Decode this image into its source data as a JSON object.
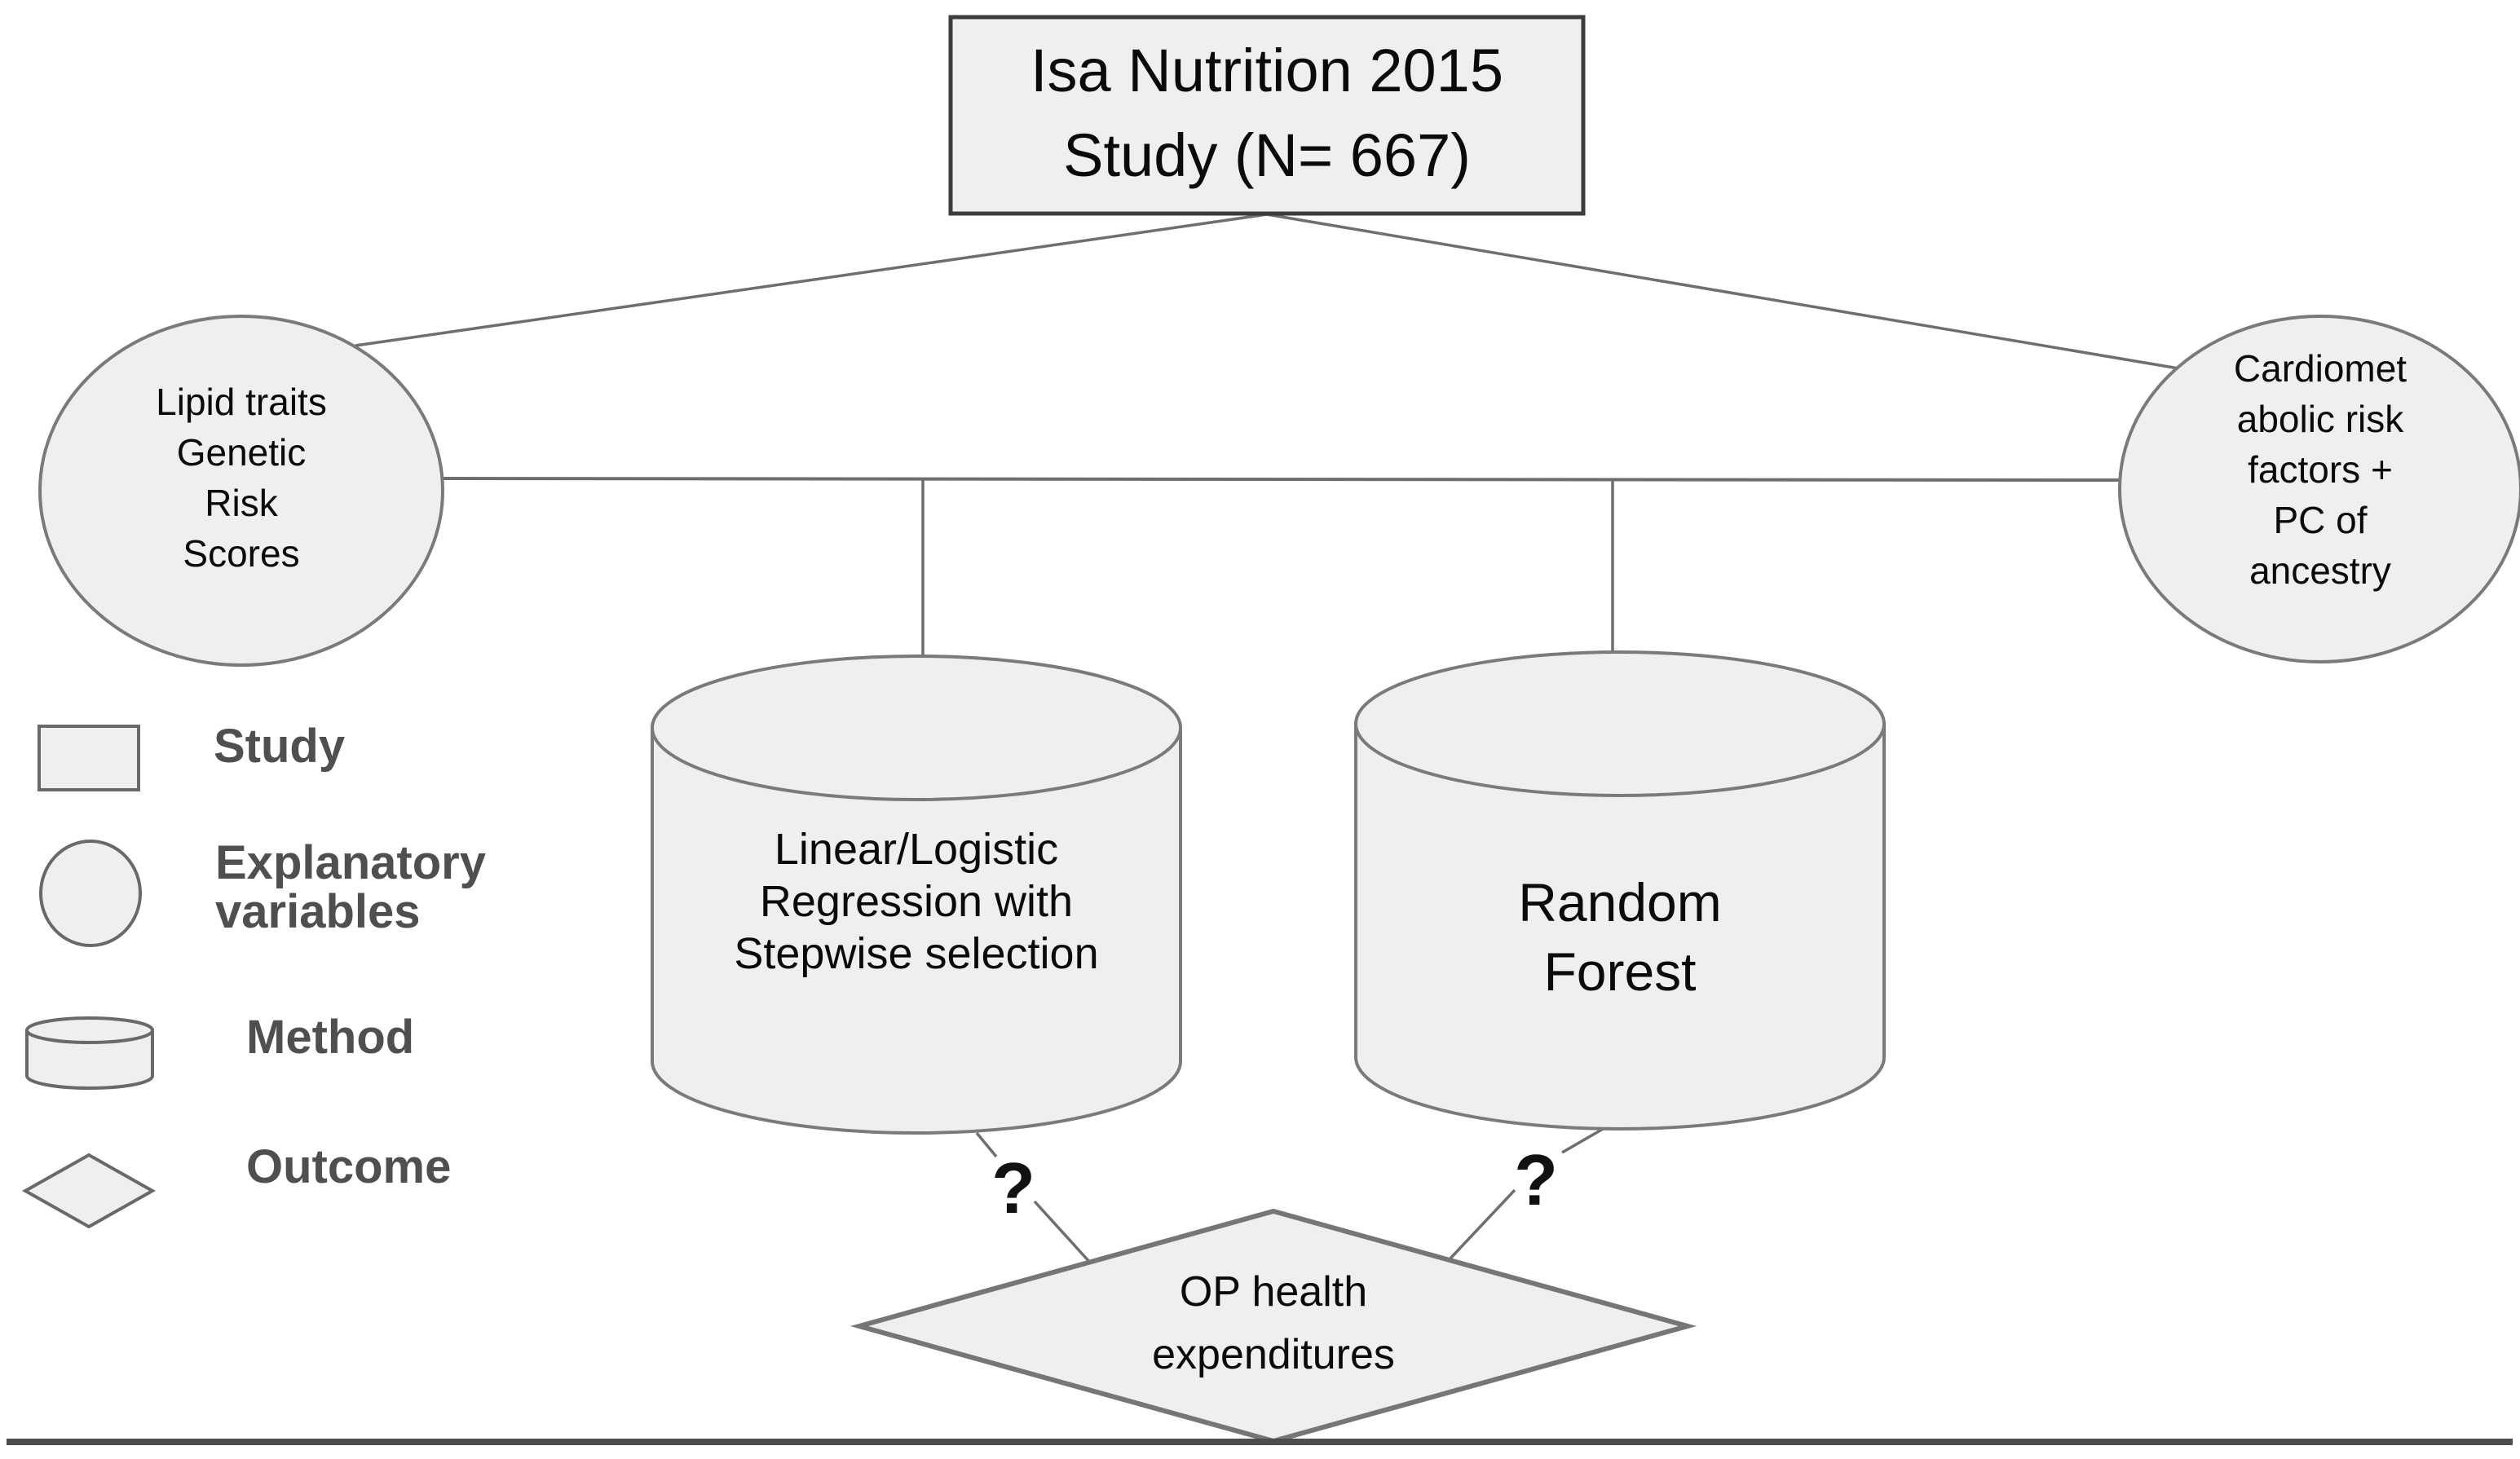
{
  "figure": {
    "study_box": {
      "lines": [
        "Isa Nutrition 2015",
        "Study (N= 667)"
      ]
    },
    "left_circle": {
      "lines": [
        "Lipid traits",
        "Genetic",
        "Risk",
        "Scores"
      ]
    },
    "right_circle": {
      "lines": [
        "Cardiomet",
        "abolic risk",
        "factors +",
        "PC of",
        "ancestry"
      ]
    },
    "regression_cylinder": {
      "lines": [
        "Linear/Logistic",
        "Regression with",
        "Stepwise selection"
      ]
    },
    "random_forest_cylinder": {
      "lines": [
        "Random",
        "Forest"
      ]
    },
    "outcome_diamond": {
      "lines": [
        "OP health",
        "expenditures"
      ]
    },
    "left_question_mark": "?",
    "right_question_mark": "?"
  },
  "legend": {
    "study_label": "Study",
    "explanatory_label_lines": [
      "Explanatory",
      "variables"
    ],
    "method_label": "Method",
    "outcome_label": "Outcome"
  },
  "colors": {
    "shape_fill": "#efefef",
    "shape_stroke": "#7a7a7a",
    "study_box_stroke": "#3c3c3c",
    "connector_line": "#6e6e6e",
    "bottom_rule": "#4d4d4d",
    "node_text": "#0a0a0a",
    "legend_text": "#4f4f4f"
  }
}
